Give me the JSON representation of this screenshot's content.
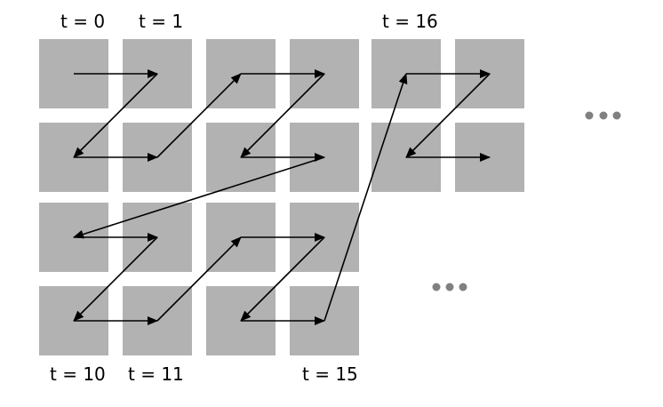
{
  "labels": {
    "t0": "t = 0",
    "t1": "t = 1",
    "t16": "t = 16",
    "t10": "t = 10",
    "t11": "t = 11",
    "t15": "t = 15"
  },
  "colors": {
    "cell": "#b2b2b2",
    "arrow": "#000000",
    "ellipsis": "#808080",
    "background": "#ffffff"
  },
  "continuation_markers": [
    "ellipsis-right",
    "ellipsis-bottom"
  ]
}
